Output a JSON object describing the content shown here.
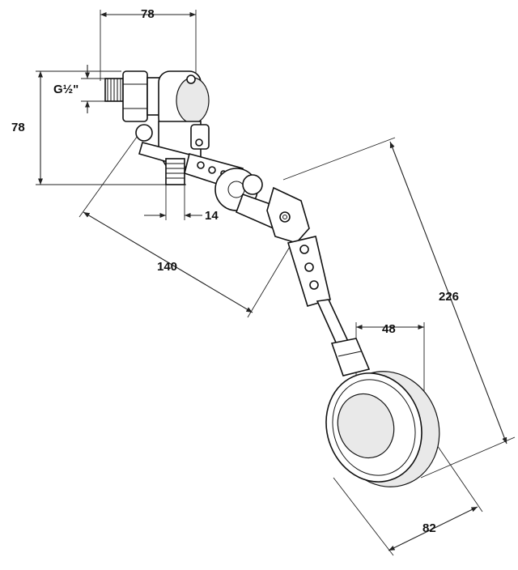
{
  "dimensions": {
    "valve_width": "78",
    "thread": "G½\"",
    "valve_height": "78",
    "outlet_diameter": "14",
    "arm_length": "140",
    "total_length": "226",
    "float_depth": "48",
    "float_diameter": "82"
  }
}
